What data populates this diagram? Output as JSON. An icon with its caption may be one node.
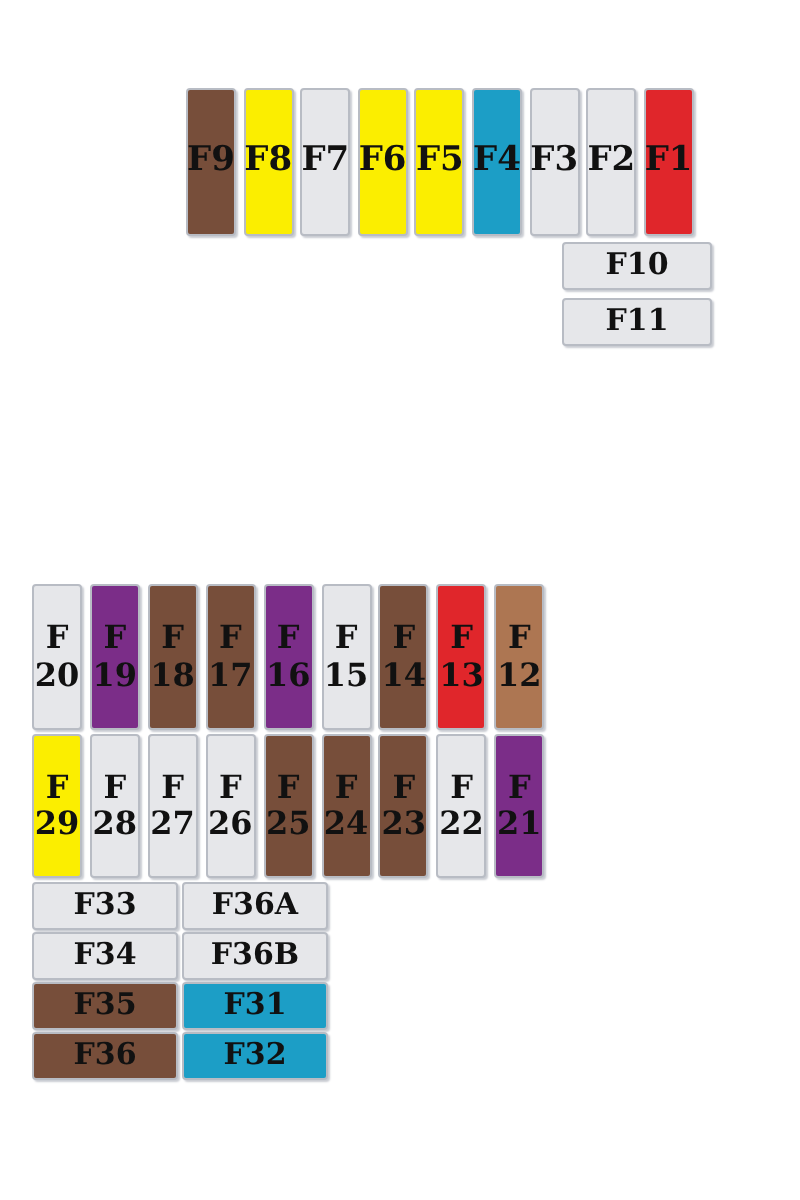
{
  "diagram": {
    "nodes": [
      {
        "text": [
          "F9"
        ]
      },
      {
        "text": [
          "F8"
        ]
      },
      {
        "text": [
          "F7"
        ]
      },
      {
        "text": [
          "F6"
        ]
      },
      {
        "text": [
          "F5"
        ]
      },
      {
        "text": [
          "F4"
        ]
      },
      {
        "text": [
          "F3"
        ]
      },
      {
        "text": [
          "F2"
        ]
      },
      {
        "text": [
          "F1"
        ]
      },
      {
        "text": [
          "F10"
        ]
      },
      {
        "text": [
          "F11"
        ]
      },
      {
        "text": [
          "F 20"
        ]
      },
      {
        "text": [
          "F 19"
        ]
      },
      {
        "text": [
          "F 18"
        ]
      },
      {
        "text": [
          "F 17"
        ]
      },
      {
        "text": [
          "F 16"
        ]
      },
      {
        "text": [
          "F 15"
        ]
      },
      {
        "text": [
          "F 14"
        ]
      },
      {
        "text": [
          "F 13"
        ]
      },
      {
        "text": [
          "F 12"
        ]
      },
      {
        "text": [
          "F 29"
        ]
      },
      {
        "text": [
          "F 28"
        ]
      },
      {
        "text": [
          "F 27"
        ]
      },
      {
        "text": [
          "F 26"
        ]
      },
      {
        "text": [
          "F 25"
        ]
      },
      {
        "text": [
          "F 24"
        ]
      },
      {
        "text": [
          "F 23"
        ]
      },
      {
        "text": [
          "F 22"
        ]
      },
      {
        "text": [
          "F 21"
        ]
      },
      {
        "text": [
          "F33"
        ]
      },
      {
        "text": [
          "F36A"
        ]
      },
      {
        "text": [
          "F34"
        ]
      },
      {
        "text": [
          "F36B"
        ]
      },
      {
        "text": [
          "F35"
        ]
      },
      {
        "text": [
          "F31"
        ]
      },
      {
        "text": [
          "F36"
        ]
      },
      {
        "text": [
          "F32"
        ]
      }
    ]
  }
}
